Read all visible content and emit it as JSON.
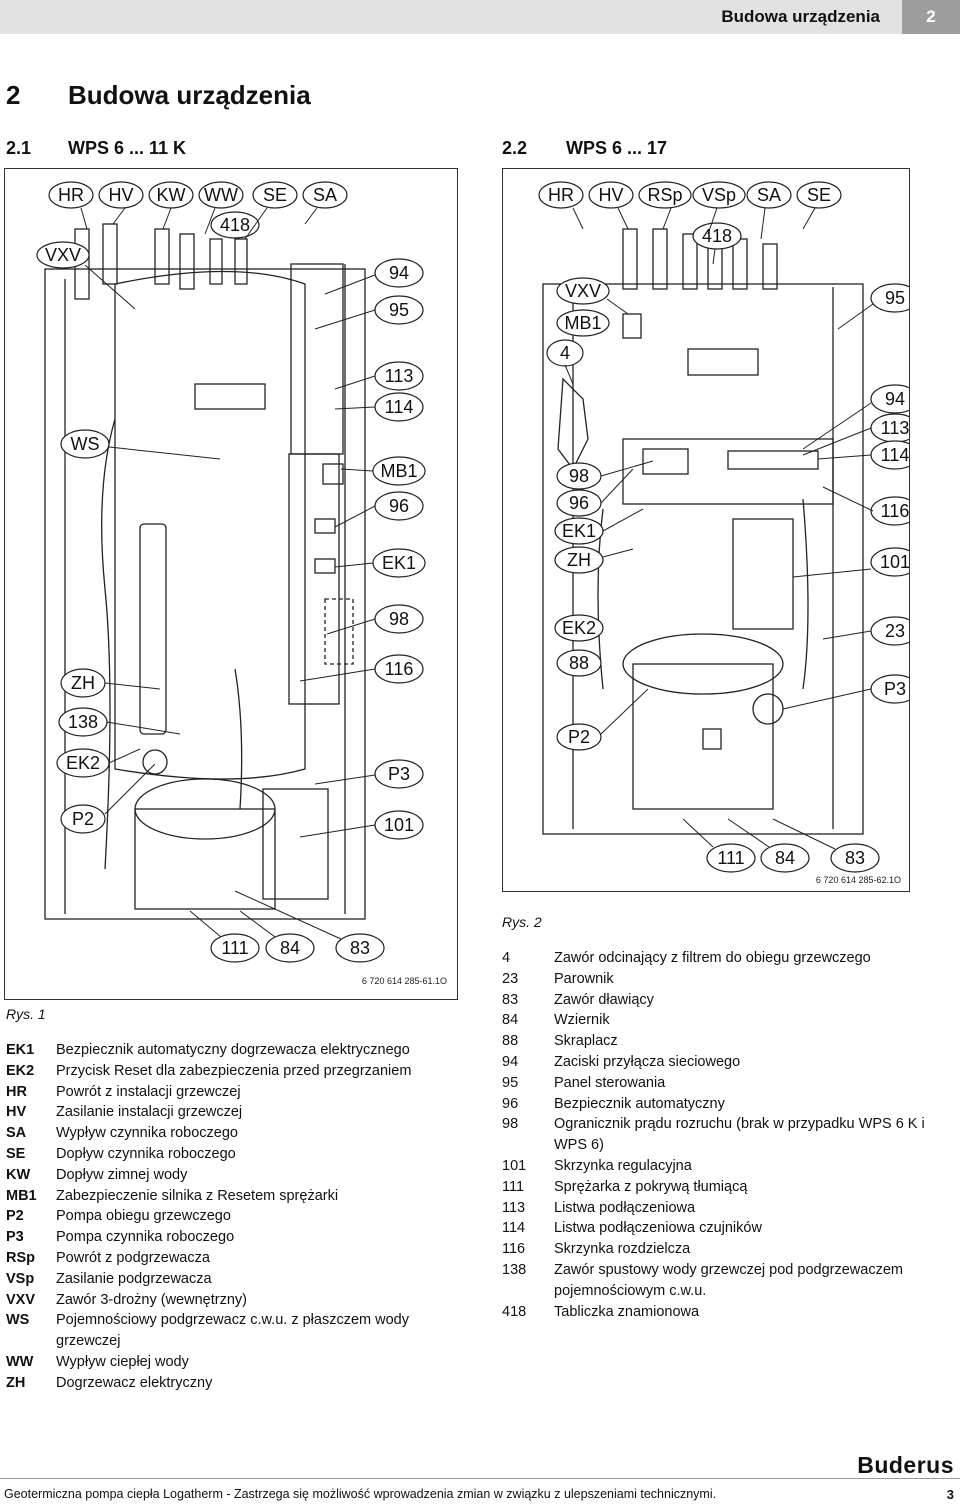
{
  "header": {
    "title": "Budowa urządzenia",
    "chapter": "2"
  },
  "chapter": {
    "number": "2",
    "title": "Budowa urządzenia"
  },
  "sections": [
    {
      "number": "2.1",
      "title": "WPS 6 ... 11 K"
    },
    {
      "number": "2.2",
      "title": "WPS 6 ... 17"
    }
  ],
  "figure1": {
    "caption": "Rys. 1",
    "code": "6 720 614 285-61.1O",
    "labels": [
      "HR",
      "HV",
      "KW",
      "WW",
      "SE",
      "SA",
      "418",
      "VXV",
      "94",
      "95",
      "113",
      "114",
      "WS",
      "MB1",
      "96",
      "EK1",
      "98",
      "116",
      "ZH",
      "138",
      "EK2",
      "P3",
      "P2",
      "101",
      "111",
      "84",
      "83"
    ]
  },
  "figure2": {
    "caption": "Rys. 2",
    "code": "6 720 614 285-62.1O",
    "labels": [
      "HR",
      "HV",
      "RSp",
      "VSp",
      "SA",
      "SE",
      "418",
      "VXV",
      "MB1",
      "4",
      "95",
      "94",
      "113",
      "114",
      "116",
      "98",
      "96",
      "EK1",
      "ZH",
      "101",
      "EK2",
      "88",
      "23",
      "P3",
      "P2",
      "111",
      "84",
      "83"
    ]
  },
  "legend_left": [
    {
      "key": "EK1",
      "text": "Bezpiecznik automatyczny dogrzewacza elektrycznego"
    },
    {
      "key": "EK2",
      "text": "Przycisk Reset dla zabezpieczenia przed przegrzaniem"
    },
    {
      "key": "HR",
      "text": "Powrót z instalacji grzewczej"
    },
    {
      "key": "HV",
      "text": "Zasilanie instalacji grzewczej"
    },
    {
      "key": "SA",
      "text": "Wypływ czynnika roboczego"
    },
    {
      "key": "SE",
      "text": "Dopływ czynnika roboczego"
    },
    {
      "key": "KW",
      "text": "Dopływ zimnej wody"
    },
    {
      "key": "MB1",
      "text": "Zabezpieczenie silnika z Resetem sprężarki"
    },
    {
      "key": "P2",
      "text": "Pompa obiegu grzewczego"
    },
    {
      "key": "P3",
      "text": "Pompa czynnika roboczego"
    },
    {
      "key": "RSp",
      "text": "Powrót z podgrzewacza"
    },
    {
      "key": "VSp",
      "text": "Zasilanie podgrzewacza"
    },
    {
      "key": "VXV",
      "text": "Zawór 3-drożny (wewnętrzny)"
    },
    {
      "key": "WS",
      "text": "Pojemnościowy podgrzewacz c.w.u. z płaszczem wody grzewczej"
    },
    {
      "key": "WW",
      "text": "Wypływ ciepłej wody"
    },
    {
      "key": "ZH",
      "text": "Dogrzewacz elektryczny"
    }
  ],
  "legend_right": [
    {
      "key": "4",
      "text": "Zawór odcinający z filtrem do obiegu grzewczego"
    },
    {
      "key": "23",
      "text": "Parownik"
    },
    {
      "key": "83",
      "text": "Zawór dławiący"
    },
    {
      "key": "84",
      "text": "Wziernik"
    },
    {
      "key": "88",
      "text": "Skraplacz"
    },
    {
      "key": "94",
      "text": "Zaciski przyłącza sieciowego"
    },
    {
      "key": "95",
      "text": "Panel sterowania"
    },
    {
      "key": "96",
      "text": "Bezpiecznik automatyczny"
    },
    {
      "key": "98",
      "text": "Ogranicznik prądu rozruchu (brak w przypadku WPS 6 K i WPS 6)"
    },
    {
      "key": "101",
      "text": "Skrzynka regulacyjna"
    },
    {
      "key": "111",
      "text": "Sprężarka z pokrywą tłumiącą"
    },
    {
      "key": "113",
      "text": "Listwa podłączeniowa"
    },
    {
      "key": "114",
      "text": "Listwa podłączeniowa czujników"
    },
    {
      "key": "116",
      "text": "Skrzynka rozdzielcza"
    },
    {
      "key": "138",
      "text": "Zawór spustowy wody grzewczej pod podgrzewaczem pojemnościowym c.w.u."
    },
    {
      "key": "418",
      "text": "Tabliczka znamionowa"
    }
  ],
  "footer": {
    "text": "Geotermiczna pompa ciepła Logatherm - Zastrzega się możliwość wprowadzenia zmian w związku z ulepszeniami technicznymi.",
    "page": "3",
    "brand": "Buderus"
  }
}
